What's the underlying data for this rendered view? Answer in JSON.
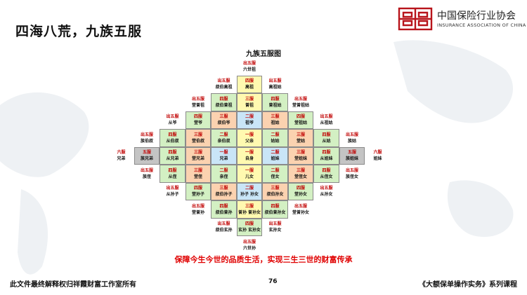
{
  "slide": {
    "title": "四海八荒，九族五服",
    "diagram_title": "九族五服图",
    "tagline": "保障今生今世的品质生活，实现三生三世的财富传承",
    "footer_left": "此文件最终解释权归祥霞财富工作室所有",
    "page_number": "76",
    "footer_right": "《大额保单操作实务》系列课程"
  },
  "logo": {
    "name_cn": "中国保险行业协会",
    "name_en": "INSURANCE ASSOCIATION OF CHINA"
  },
  "colors": {
    "accent_red": "#c00000",
    "tagline_red": "#e00000",
    "yellow": "#fff9b0",
    "orange": "#fbd2b0",
    "green": "#d3f0c3",
    "blue": "#c9e5f7",
    "gray": "#c4c4c4",
    "plain": "transparent"
  },
  "kinship_grid": {
    "columns": 11,
    "rows": 11,
    "cells": [
      {
        "row": 0,
        "col": 5,
        "line1": "出五服",
        "line2": "六世祖",
        "fill": "plain",
        "boxed": false
      },
      {
        "row": 1,
        "col": 4,
        "line1": "出五服",
        "line2": "叔伯高祖",
        "fill": "plain",
        "boxed": false
      },
      {
        "row": 1,
        "col": 5,
        "line1": "四服",
        "line2": "高祖",
        "fill": "yellow",
        "boxed": true
      },
      {
        "row": 1,
        "col": 6,
        "line1": "出五服",
        "line2": "高祖姑",
        "fill": "plain",
        "boxed": false
      },
      {
        "row": 2,
        "col": 3,
        "line1": "出五服",
        "line2": "堂曾祖",
        "fill": "plain",
        "boxed": false
      },
      {
        "row": 2,
        "col": 4,
        "line1": "四服",
        "line2": "叔伯曾祖",
        "fill": "green",
        "boxed": true
      },
      {
        "row": 2,
        "col": 5,
        "line1": "三服",
        "line2": "曾祖",
        "fill": "yellow",
        "boxed": true
      },
      {
        "row": 2,
        "col": 6,
        "line1": "四服",
        "line2": "曾祖姑",
        "fill": "green",
        "boxed": true
      },
      {
        "row": 2,
        "col": 7,
        "line1": "出五服",
        "line2": "堂曾祖姑",
        "fill": "plain",
        "boxed": false
      },
      {
        "row": 3,
        "col": 2,
        "line1": "出五服",
        "line2": "从爷",
        "fill": "plain",
        "boxed": false
      },
      {
        "row": 3,
        "col": 3,
        "line1": "四服",
        "line2": "堂爷",
        "fill": "green",
        "boxed": true
      },
      {
        "row": 3,
        "col": 4,
        "line1": "三服",
        "line2": "叔伯爷",
        "fill": "orange",
        "boxed": true
      },
      {
        "row": 3,
        "col": 5,
        "line1": "二服",
        "line2": "祖爷",
        "fill": "blue",
        "boxed": true
      },
      {
        "row": 3,
        "col": 6,
        "line1": "三服",
        "line2": "祖姑",
        "fill": "orange",
        "boxed": true
      },
      {
        "row": 3,
        "col": 7,
        "line1": "四服",
        "line2": "堂祖姑",
        "fill": "green",
        "boxed": true
      },
      {
        "row": 3,
        "col": 8,
        "line1": "出五服",
        "line2": "从祖姑",
        "fill": "plain",
        "boxed": false
      },
      {
        "row": 4,
        "col": 1,
        "line1": "出五服",
        "line2": "族伯叔",
        "fill": "plain",
        "boxed": false
      },
      {
        "row": 4,
        "col": 2,
        "line1": "四服",
        "line2": "从伯叔",
        "fill": "green",
        "boxed": true
      },
      {
        "row": 4,
        "col": 3,
        "line1": "三服",
        "line2": "堂伯叔",
        "fill": "orange",
        "boxed": true
      },
      {
        "row": 4,
        "col": 4,
        "line1": "二服",
        "line2": "亲伯叔",
        "fill": "green",
        "boxed": true
      },
      {
        "row": 4,
        "col": 5,
        "line1": "一服",
        "line2": "父亲",
        "fill": "yellow",
        "boxed": true
      },
      {
        "row": 4,
        "col": 6,
        "line1": "二服",
        "line2": "姑姑",
        "fill": "green",
        "boxed": true
      },
      {
        "row": 4,
        "col": 7,
        "line1": "三服",
        "line2": "堂姑",
        "fill": "orange",
        "boxed": true
      },
      {
        "row": 4,
        "col": 8,
        "line1": "四服",
        "line2": "从姑",
        "fill": "green",
        "boxed": true
      },
      {
        "row": 4,
        "col": 9,
        "line1": "出五服",
        "line2": "族姑",
        "fill": "plain",
        "boxed": false
      },
      {
        "row": 5,
        "col": 0,
        "line1": "六服",
        "line2": "兄弟",
        "fill": "plain",
        "boxed": false
      },
      {
        "row": 5,
        "col": 1,
        "line1": "五服",
        "line2": "族兄弟",
        "fill": "gray",
        "boxed": true
      },
      {
        "row": 5,
        "col": 2,
        "line1": "四服",
        "line2": "从兄弟",
        "fill": "green",
        "boxed": true
      },
      {
        "row": 5,
        "col": 3,
        "line1": "三服",
        "line2": "堂兄弟",
        "fill": "orange",
        "boxed": true
      },
      {
        "row": 5,
        "col": 4,
        "line1": "一服",
        "line2": "兄弟",
        "fill": "blue",
        "boxed": true
      },
      {
        "row": 5,
        "col": 5,
        "line1": "一服",
        "line2": "自身",
        "fill": "yellow",
        "boxed": true
      },
      {
        "row": 5,
        "col": 6,
        "line1": "二服",
        "line2": "姐妹",
        "fill": "blue",
        "boxed": true
      },
      {
        "row": 5,
        "col": 7,
        "line1": "三服",
        "line2": "堂姐妹",
        "fill": "orange",
        "boxed": true
      },
      {
        "row": 5,
        "col": 8,
        "line1": "四服",
        "line2": "从姐妹",
        "fill": "green",
        "boxed": true
      },
      {
        "row": 5,
        "col": 9,
        "line1": "五服",
        "line2": "族姐妹",
        "fill": "gray",
        "boxed": true
      },
      {
        "row": 5,
        "col": 10,
        "line1": "六服",
        "line2": "姐妹",
        "fill": "plain",
        "boxed": false
      },
      {
        "row": 6,
        "col": 1,
        "line1": "出五服",
        "line2": "族侄",
        "fill": "plain",
        "boxed": false
      },
      {
        "row": 6,
        "col": 2,
        "line1": "四服",
        "line2": "从侄",
        "fill": "green",
        "boxed": true
      },
      {
        "row": 6,
        "col": 3,
        "line1": "三服",
        "line2": "堂侄",
        "fill": "orange",
        "boxed": true
      },
      {
        "row": 6,
        "col": 4,
        "line1": "二服",
        "line2": "亲侄",
        "fill": "green",
        "boxed": true
      },
      {
        "row": 6,
        "col": 5,
        "line1": "一服",
        "line2": "儿女",
        "fill": "yellow",
        "boxed": true
      },
      {
        "row": 6,
        "col": 6,
        "line1": "二服",
        "line2": "侄女",
        "fill": "green",
        "boxed": true
      },
      {
        "row": 6,
        "col": 7,
        "line1": "三服",
        "line2": "堂侄女",
        "fill": "orange",
        "boxed": true
      },
      {
        "row": 6,
        "col": 8,
        "line1": "四服",
        "line2": "从侄女",
        "fill": "green",
        "boxed": true
      },
      {
        "row": 6,
        "col": 9,
        "line1": "出五服",
        "line2": "族侄女",
        "fill": "plain",
        "boxed": false
      },
      {
        "row": 7,
        "col": 2,
        "line1": "出五服",
        "line2": "从孙子",
        "fill": "plain",
        "boxed": false
      },
      {
        "row": 7,
        "col": 3,
        "line1": "四服",
        "line2": "堂孙子",
        "fill": "green",
        "boxed": true
      },
      {
        "row": 7,
        "col": 4,
        "line1": "三服",
        "line2": "叔伯孙子",
        "fill": "orange",
        "boxed": true
      },
      {
        "row": 7,
        "col": 5,
        "line1": "二服",
        "line2": "孙子 孙女",
        "fill": "blue",
        "boxed": true
      },
      {
        "row": 7,
        "col": 6,
        "line1": "三服",
        "line2": "叔伯孙女",
        "fill": "orange",
        "boxed": true
      },
      {
        "row": 7,
        "col": 7,
        "line1": "四服",
        "line2": "堂孙女",
        "fill": "green",
        "boxed": true
      },
      {
        "row": 7,
        "col": 8,
        "line1": "出五服",
        "line2": "从孙女",
        "fill": "plain",
        "boxed": false
      },
      {
        "row": 8,
        "col": 3,
        "line1": "出五服",
        "line2": "堂曾孙",
        "fill": "plain",
        "boxed": false
      },
      {
        "row": 8,
        "col": 4,
        "line1": "四服",
        "line2": "叔伯曾孙",
        "fill": "green",
        "boxed": true
      },
      {
        "row": 8,
        "col": 5,
        "line1": "三服",
        "line2": "曾孙 曾孙女",
        "fill": "yellow",
        "boxed": true
      },
      {
        "row": 8,
        "col": 6,
        "line1": "四服",
        "line2": "叔伯曾孙女",
        "fill": "green",
        "boxed": true
      },
      {
        "row": 8,
        "col": 7,
        "line1": "出五服",
        "line2": "堂曾孙女",
        "fill": "plain",
        "boxed": false
      },
      {
        "row": 9,
        "col": 4,
        "line1": "出五服",
        "line2": "叔伯玄孙",
        "fill": "plain",
        "boxed": false
      },
      {
        "row": 9,
        "col": 5,
        "line1": "四服",
        "line2": "玄孙 玄孙女",
        "fill": "green",
        "boxed": true
      },
      {
        "row": 9,
        "col": 6,
        "line1": "出五服",
        "line2": "玄孙女",
        "fill": "plain",
        "boxed": false
      },
      {
        "row": 10,
        "col": 5,
        "line1": "出五服",
        "line2": "六世孙",
        "fill": "plain",
        "boxed": false
      }
    ]
  }
}
